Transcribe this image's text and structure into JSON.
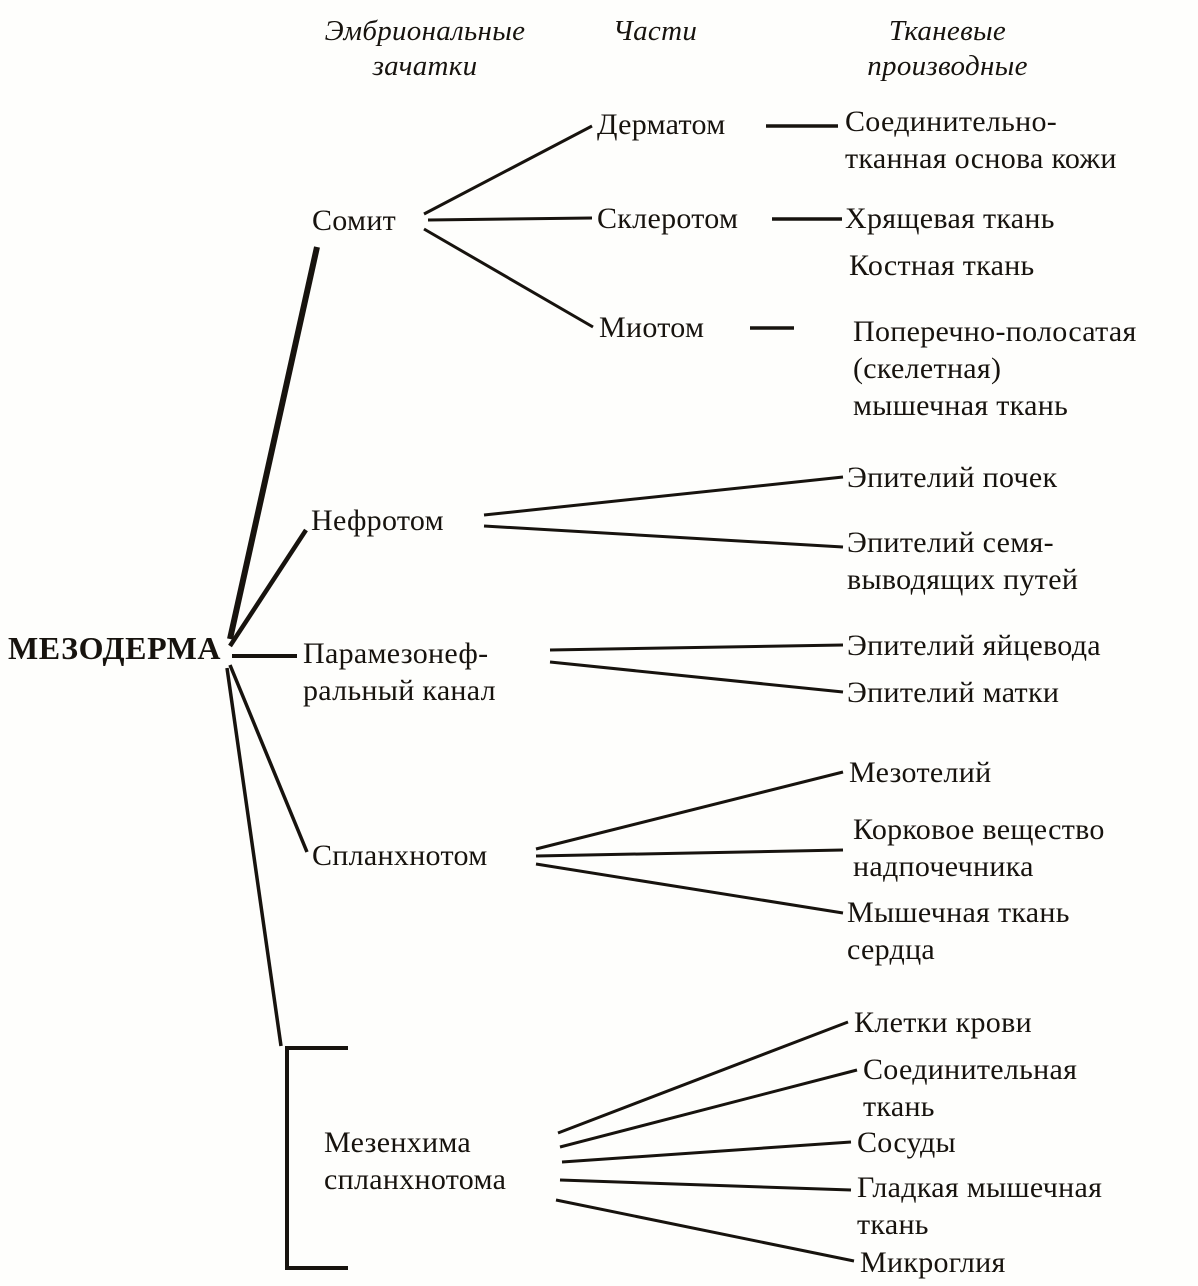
{
  "headers": {
    "embryonic_rudiments": "Эмбриональные\nзачатки",
    "parts": "Части",
    "tissue_derivatives": "Тканевые\nпроизводные"
  },
  "root": {
    "label": "МЕЗОДЕРМА"
  },
  "branches": {
    "somit": {
      "label": "Сомит",
      "parts": {
        "dermatom": {
          "label": "Дерматом",
          "derivative": "Соединительно-\nтканная основа кожи"
        },
        "sklerotom": {
          "label": "Склеротом",
          "derivatives": {
            "cartilage": "Хрящевая ткань",
            "bone": "Костная ткань"
          }
        },
        "miotom": {
          "label": "Миотом",
          "derivative": "Поперечно-полосатая\n(скелетная)\nмышечная ткань"
        }
      }
    },
    "nefrotom": {
      "label": "Нефротом",
      "derivatives": {
        "kidney_epithelium": "Эпителий почек",
        "seminal_duct_epithelium": "Эпителий семя-\nвыводящих путей"
      }
    },
    "paramezonefral_canal": {
      "label": "Парамезонеф-\nральный канал",
      "derivatives": {
        "oviduct_epithelium": "Эпителий яйцевода",
        "uterus_epithelium": "Эпителий матки"
      }
    },
    "splanhnotom": {
      "label": "Спланхнотом",
      "derivatives": {
        "mesothelium": "Мезотелий",
        "adrenal_cortex": "Корковое вещество\nнадпочечника",
        "cardiac_muscle": "Мышечная ткань\nсердца"
      }
    },
    "mezenhima": {
      "label": "Мезенхима\nспланхнотома",
      "derivatives": {
        "blood_cells": "Клетки крови",
        "connective_tissue": "Соединительная\nткань",
        "vessels": "Сосуды",
        "smooth_muscle": "Гладкая мышечная\nткань",
        "microglia": "Микроглия"
      }
    }
  }
}
